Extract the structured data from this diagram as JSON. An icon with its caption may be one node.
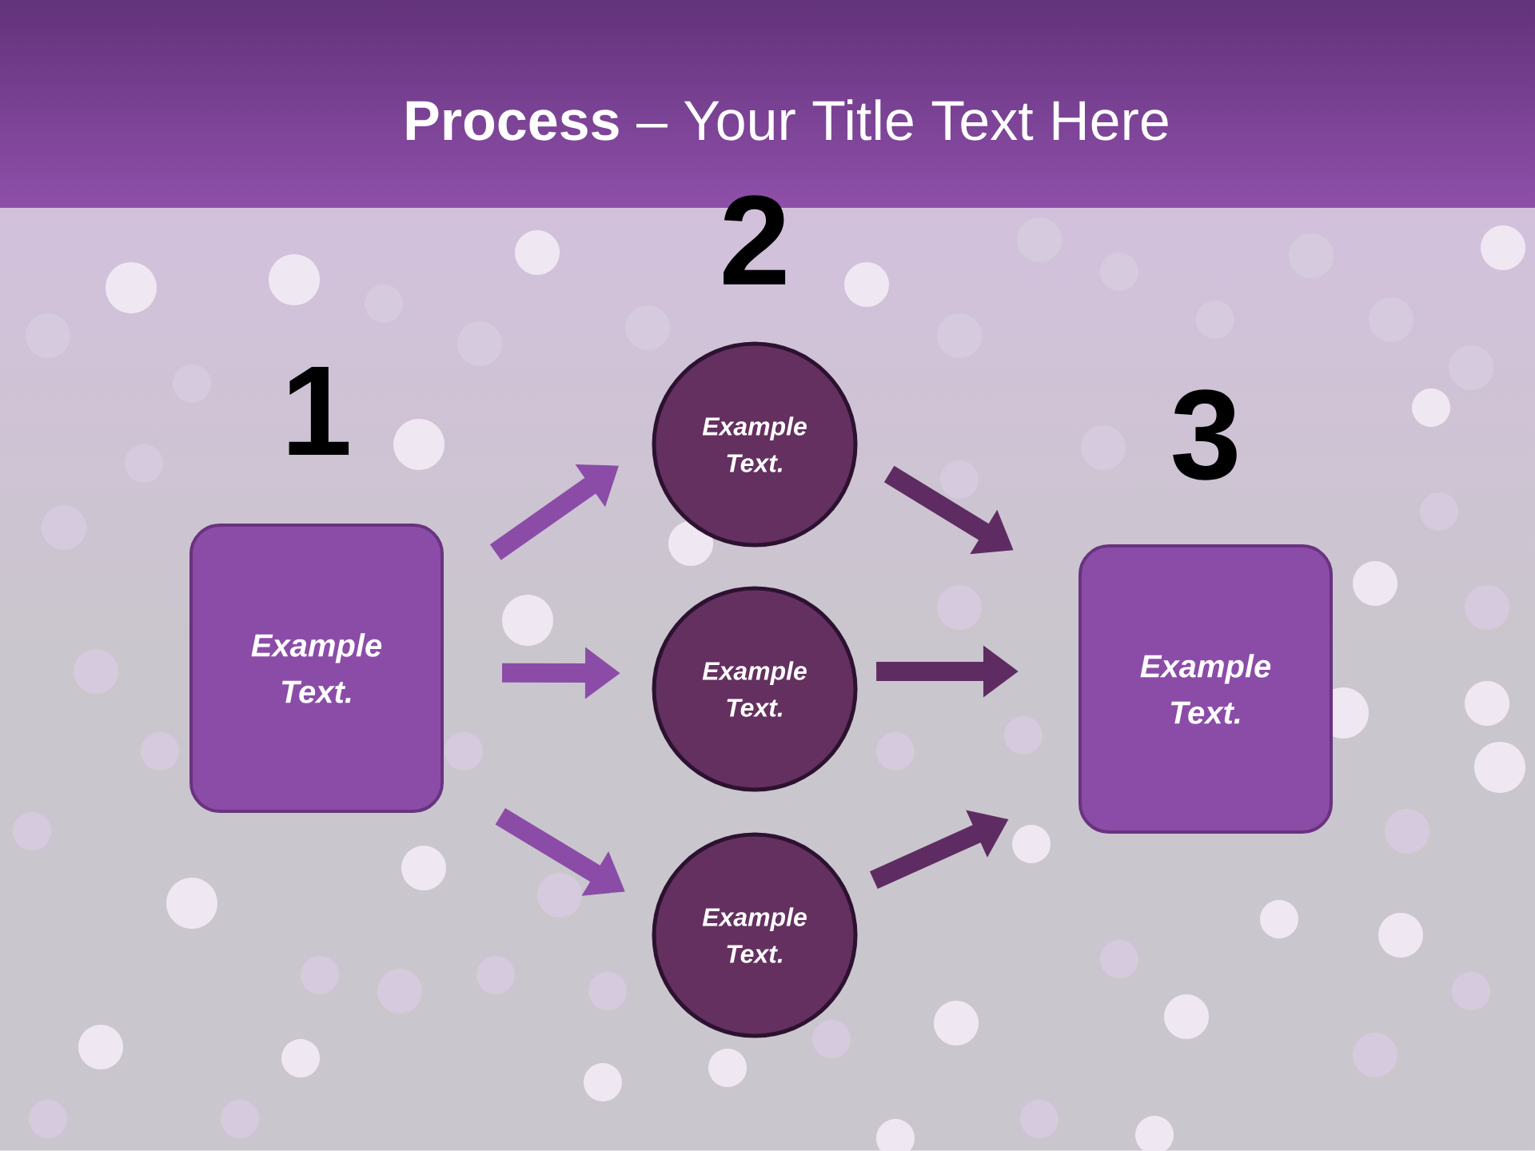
{
  "diagram": {
    "title": "**Process** – Your Title Text Here",
    "nodes": [
      {
        "text": [
          "Example Text."
        ],
        "beside": [
          "1"
        ]
      },
      {
        "text": [
          "Example Text."
        ],
        "beside": [
          "2"
        ]
      },
      {
        "text": [
          "Example Text."
        ]
      },
      {
        "text": [
          "Example Text."
        ]
      },
      {
        "text": [
          "Example Text."
        ],
        "beside": [
          "3"
        ]
      }
    ],
    "edges": [
      {
        "from": 0,
        "to": 1,
        "arrow": "to"
      },
      {
        "from": 0,
        "to": 2,
        "arrow": "to"
      },
      {
        "from": 0,
        "to": 3,
        "arrow": "to"
      },
      {
        "from": 1,
        "to": 4,
        "arrow": "to",
        "color": "#5e2c62"
      },
      {
        "from": 2,
        "to": 4,
        "arrow": "to",
        "color": "#5e2c62"
      },
      {
        "from": 3,
        "to": 4,
        "arrow": "to",
        "color": "#5e2c62"
      }
    ]
  }
}
